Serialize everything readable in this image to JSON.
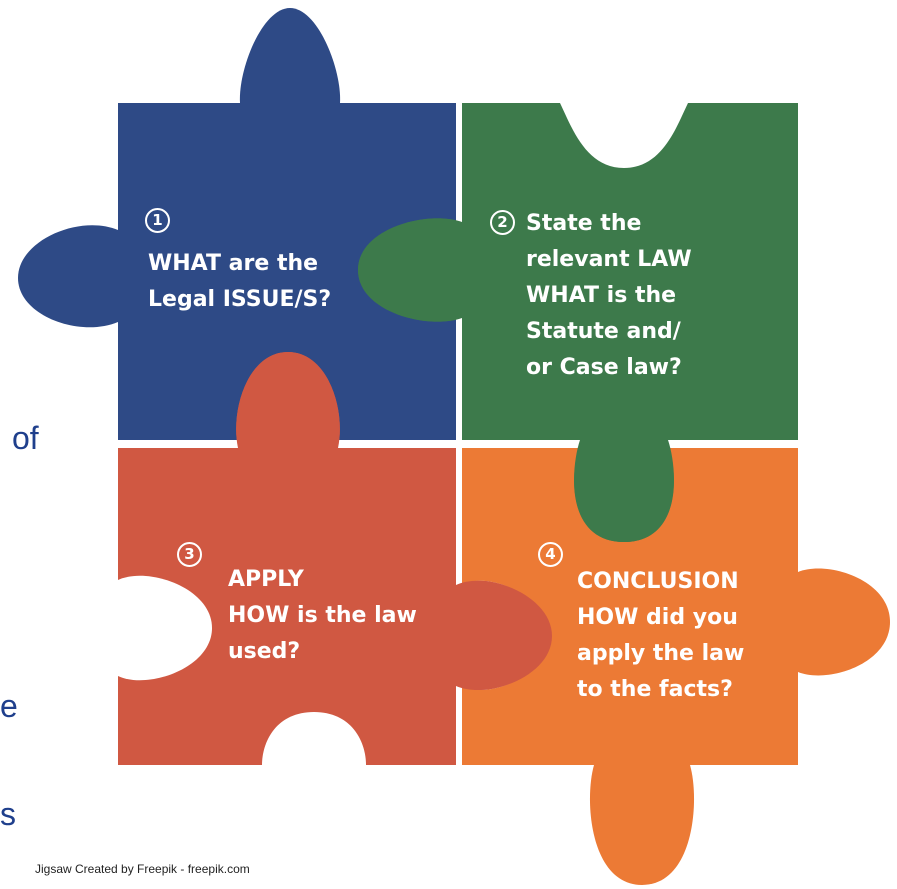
{
  "colors": {
    "piece1": "#2e4a86",
    "piece2": "#3d7a4b",
    "piece3": "#d05842",
    "piece4": "#ec7a35",
    "side_text": "#1f3f8c"
  },
  "side_fragments": [
    "of",
    "e",
    "s"
  ],
  "piece1": {
    "number": "1",
    "lines": [
      "WHAT are the",
      "Legal ISSUE/S?"
    ]
  },
  "piece2": {
    "number": "2",
    "lines": [
      "State the",
      "relevant LAW",
      "WHAT is the",
      "Statute and/",
      "or Case law?"
    ]
  },
  "piece3": {
    "number": "3",
    "lines": [
      "APPLY",
      "HOW is the law",
      "used?"
    ]
  },
  "piece4": {
    "number": "4",
    "lines": [
      "CONCLUSION",
      "HOW  did you",
      "apply the law",
      "to the facts?"
    ]
  },
  "credit": "Jigsaw Created by Freepik - freepik.com"
}
